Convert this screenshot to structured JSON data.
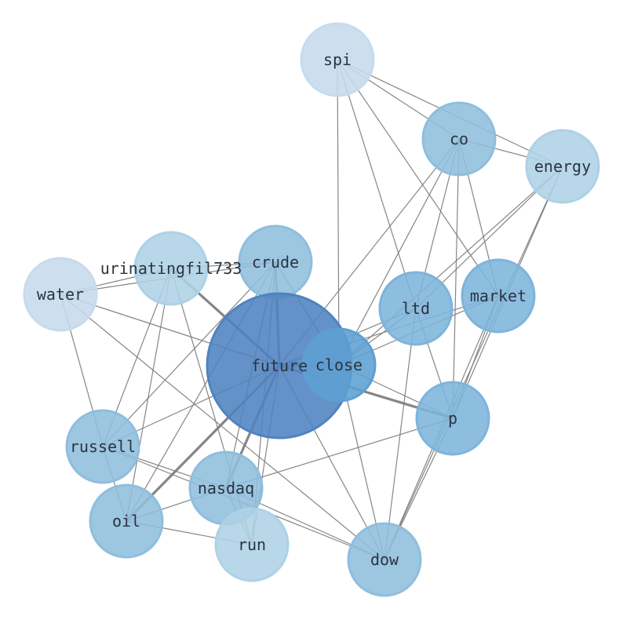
{
  "nodes": [
    {
      "id": "spi",
      "label": "spi",
      "color": "#c6dbed"
    },
    {
      "id": "co",
      "label": "co",
      "color": "#8fbedd"
    },
    {
      "id": "energy",
      "label": "energy",
      "color": "#aed1e6"
    },
    {
      "id": "urinatingfil733",
      "label": "urinatingfil733",
      "color": "#aed1e6"
    },
    {
      "id": "crude",
      "label": "crude",
      "color": "#8fbedd"
    },
    {
      "id": "water",
      "label": "water",
      "color": "#c6dbed"
    },
    {
      "id": "ltd",
      "label": "ltd",
      "color": "#7db4db"
    },
    {
      "id": "market",
      "label": "market",
      "color": "#7db4db"
    },
    {
      "id": "future",
      "label": "future",
      "color": "#4f83c0"
    },
    {
      "id": "close",
      "label": "close",
      "color": "#5d9fd1"
    },
    {
      "id": "p",
      "label": "p",
      "color": "#7db4db"
    },
    {
      "id": "russell",
      "label": "russell",
      "color": "#8fbedd"
    },
    {
      "id": "nasdaq",
      "label": "nasdaq",
      "color": "#8fbedd"
    },
    {
      "id": "oil",
      "label": "oil",
      "color": "#8fbedd"
    },
    {
      "id": "run",
      "label": "run",
      "color": "#aed1e6"
    },
    {
      "id": "dow",
      "label": "dow",
      "color": "#8fbedd"
    }
  ],
  "edges": [
    [
      "spi",
      "co"
    ],
    [
      "spi",
      "energy"
    ],
    [
      "spi",
      "close"
    ],
    [
      "spi",
      "ltd"
    ],
    [
      "spi",
      "market"
    ],
    [
      "co",
      "energy"
    ],
    [
      "co",
      "future"
    ],
    [
      "co",
      "close"
    ],
    [
      "co",
      "ltd"
    ],
    [
      "co",
      "market"
    ],
    [
      "co",
      "p"
    ],
    [
      "energy",
      "close"
    ],
    [
      "energy",
      "ltd"
    ],
    [
      "energy",
      "p"
    ],
    [
      "energy",
      "dow"
    ],
    [
      "urinatingfil733",
      "water"
    ],
    [
      "urinatingfil733",
      "crude"
    ],
    [
      "urinatingfil733",
      "future"
    ],
    [
      "urinatingfil733",
      "russell"
    ],
    [
      "urinatingfil733",
      "oil"
    ],
    [
      "urinatingfil733",
      "run"
    ],
    [
      "crude",
      "water"
    ],
    [
      "crude",
      "future"
    ],
    [
      "crude",
      "close"
    ],
    [
      "crude",
      "russell"
    ],
    [
      "crude",
      "nasdaq"
    ],
    [
      "crude",
      "oil"
    ],
    [
      "crude",
      "run"
    ],
    [
      "water",
      "future"
    ],
    [
      "water",
      "russell"
    ],
    [
      "water",
      "dow"
    ],
    [
      "ltd",
      "future"
    ],
    [
      "ltd",
      "close"
    ],
    [
      "ltd",
      "p"
    ],
    [
      "ltd",
      "dow"
    ],
    [
      "market",
      "future"
    ],
    [
      "market",
      "close"
    ],
    [
      "market",
      "p"
    ],
    [
      "market",
      "dow"
    ],
    [
      "future",
      "close"
    ],
    [
      "future",
      "p"
    ],
    [
      "future",
      "russell"
    ],
    [
      "future",
      "nasdaq"
    ],
    [
      "future",
      "oil"
    ],
    [
      "future",
      "run"
    ],
    [
      "future",
      "dow"
    ],
    [
      "close",
      "p"
    ],
    [
      "close",
      "dow"
    ],
    [
      "p",
      "nasdaq"
    ],
    [
      "p",
      "dow"
    ],
    [
      "russell",
      "nasdaq"
    ],
    [
      "russell",
      "oil"
    ],
    [
      "russell",
      "dow"
    ],
    [
      "nasdaq",
      "oil"
    ],
    [
      "nasdaq",
      "run"
    ],
    [
      "nasdaq",
      "dow"
    ],
    [
      "oil",
      "run"
    ]
  ],
  "heavy_edges": [
    [
      "future",
      "crude"
    ],
    [
      "future",
      "p"
    ],
    [
      "future",
      "nasdaq"
    ],
    [
      "future",
      "oil"
    ],
    [
      "future",
      "urinatingfil733"
    ],
    [
      "future",
      "close"
    ]
  ]
}
